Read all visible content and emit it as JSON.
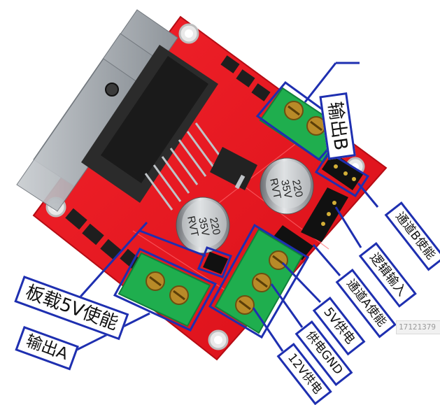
{
  "labels": {
    "output_b": "输出B",
    "channel_b_enable": "通道B使能",
    "logic_input": "逻辑输入",
    "channel_a_enable": "通道A使能",
    "supply_5v": "5V供电",
    "supply_gnd": "供电GND",
    "supply_12v": "12V供电",
    "onboard_5v_enable": "板载5V使能",
    "output_a": "输出A"
  },
  "capacitor_text": {
    "value": "220",
    "voltage": "35V",
    "series": "RVT"
  },
  "watermark": "17121379",
  "colors": {
    "pcb": "#e8141e",
    "terminal": "#1fae4e",
    "heatsink": "#9aa0a6",
    "callout": "#1e2fb0"
  }
}
